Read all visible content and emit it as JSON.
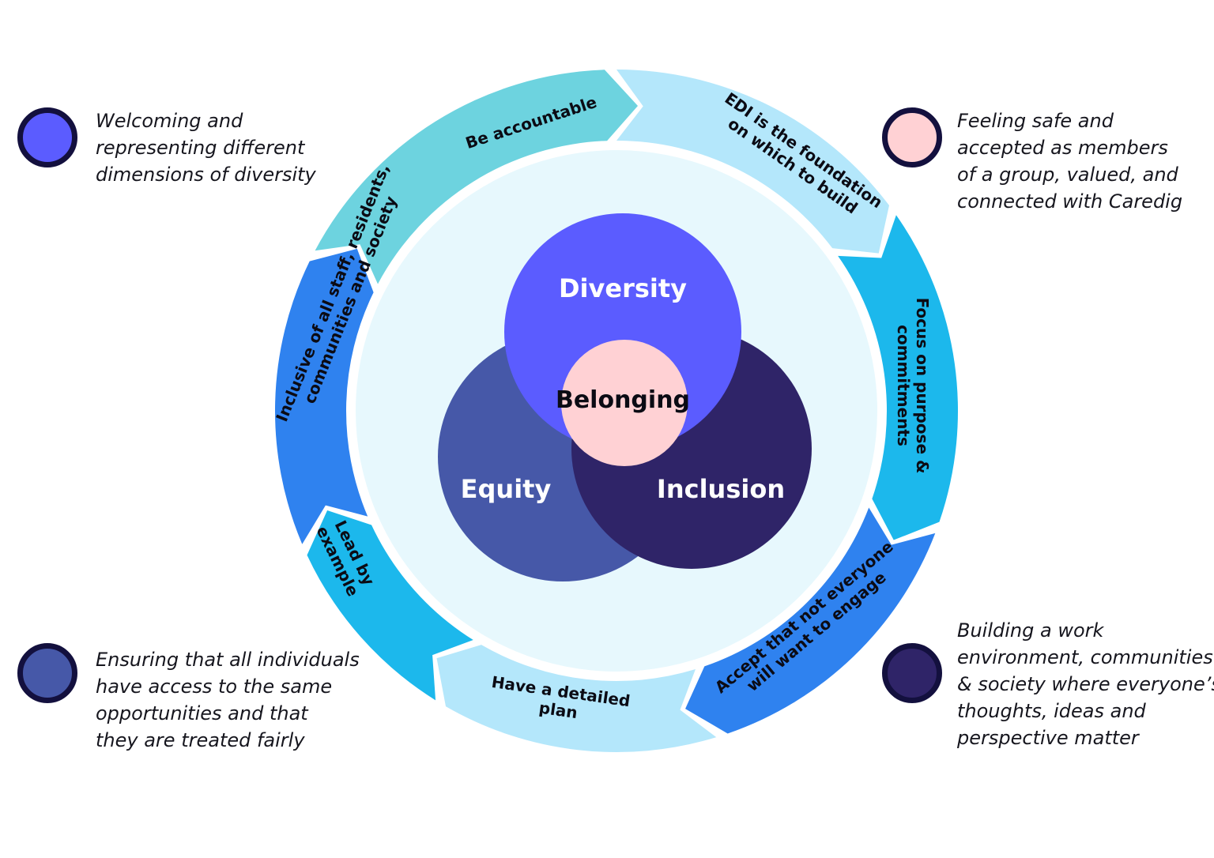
{
  "legend": [
    {
      "key": "diversity",
      "color": "#5b5cff",
      "lines": [
        "Welcoming and",
        "representing  different",
        "dimensions of diversity"
      ]
    },
    {
      "key": "belonging",
      "color": "#ffd1d4",
      "lines": [
        "Feeling safe and",
        "accepted as members",
        "of a group, valued, and",
        "connected with Caredig"
      ]
    },
    {
      "key": "equity",
      "color": "#4658a8",
      "lines": [
        "Ensuring that all individuals",
        "have access to the same",
        "opportunities and that",
        "they are treated fairly"
      ]
    },
    {
      "key": "inclusion",
      "color": "#2f2468",
      "lines": [
        "Building a work",
        "environment, communities",
        "& society where everyone’s",
        "thoughts, ideas and",
        "perspective matter"
      ]
    }
  ],
  "venn": {
    "diversity": "Diversity",
    "equity": "Equity",
    "inclusion": "Inclusion",
    "belonging": "Belonging"
  },
  "cycle": [
    {
      "key": "accountable",
      "color": "#6dd3df",
      "lines": [
        "Be accountable"
      ]
    },
    {
      "key": "foundation",
      "color": "#b4e7fb",
      "lines": [
        "EDI is the foundation",
        "on which to build"
      ]
    },
    {
      "key": "purpose",
      "color": "#1cb8ec",
      "lines": [
        "Focus on purpose &",
        "commitments"
      ]
    },
    {
      "key": "accept",
      "color": "#2f82ef",
      "lines": [
        "Accept that not everyone",
        "will want to engage"
      ]
    },
    {
      "key": "plan",
      "color": "#b4e7fb",
      "lines": [
        "Have a detailed",
        "plan"
      ]
    },
    {
      "key": "lead",
      "color": "#1cb8ec",
      "lines": [
        "Lead by",
        "example"
      ]
    },
    {
      "key": "inclusive",
      "color": "#2f82ef",
      "lines": [
        "Inclusive of all staff, residents,",
        "communities and society"
      ]
    }
  ],
  "colors": {
    "inner_disc": "#e7f8fd",
    "diversity": "#5b5cff",
    "equity": "#4658a8",
    "inclusion": "#2f2468",
    "belonging": "#ffd1d4",
    "legend_ring": "#13103e"
  }
}
